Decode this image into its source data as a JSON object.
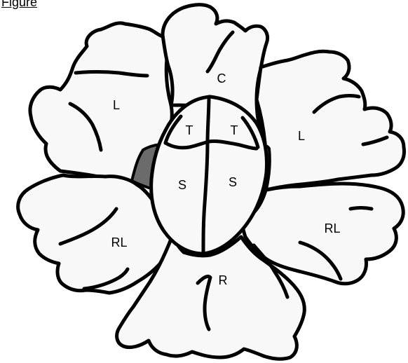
{
  "corner_title": "Figure",
  "diagram": {
    "labels": {
      "C": "C",
      "T_left": "T",
      "T_right": "T",
      "S_left": "S",
      "S_right": "S",
      "L_left": "L",
      "L_right": "L",
      "RL_left": "RL",
      "RL_right": "RL",
      "R": "R"
    }
  }
}
